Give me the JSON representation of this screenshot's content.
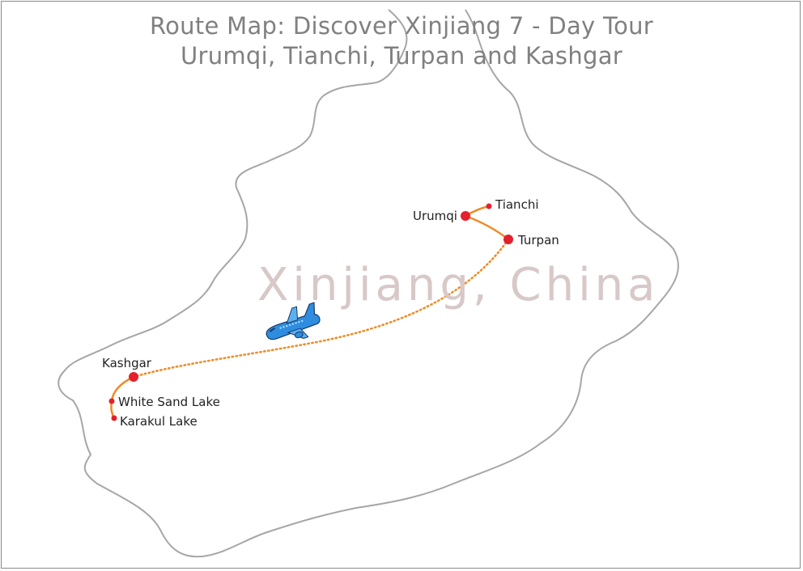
{
  "title": {
    "line1": "Route Map: Discover Xinjiang 7 - Day Tour",
    "line2": "Urumqi, Tianchi, Turpan and Kashgar"
  },
  "watermark": "Xinjiang, China",
  "places": {
    "urumqi": "Urumqi",
    "tianchi": "Tianchi",
    "turpan": "Turpan",
    "kashgar": "Kashgar",
    "white_sand_lake": "White Sand Lake",
    "karakul_lake": "Karakul Lake"
  },
  "colors": {
    "route": "#f08a24",
    "city": "#e4212b",
    "border": "#a6a6a6",
    "plane": "#2f8de0"
  },
  "icons": {
    "transport": "airplane-icon"
  }
}
